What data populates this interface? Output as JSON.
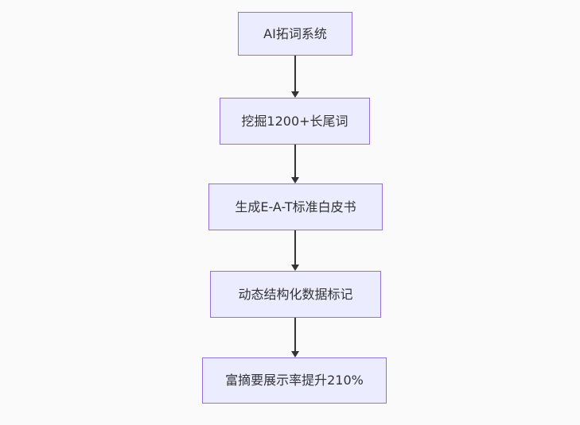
{
  "diagram": {
    "type": "flowchart-vertical",
    "colors": {
      "background": "#fafafa",
      "node_fill": "#ececff",
      "node_border": "#9370db",
      "text": "#333333",
      "arrow": "#333333"
    },
    "nodes": [
      {
        "label": "AI拓词系统"
      },
      {
        "label": "挖掘1200+长尾词"
      },
      {
        "label": "生成E-A-T标准白皮书"
      },
      {
        "label": "动态结构化数据标记"
      },
      {
        "label": "富摘要展示率提升210%"
      }
    ],
    "edges": [
      {
        "from": 0,
        "to": 1
      },
      {
        "from": 1,
        "to": 2
      },
      {
        "from": 2,
        "to": 3
      },
      {
        "from": 3,
        "to": 4
      }
    ]
  }
}
